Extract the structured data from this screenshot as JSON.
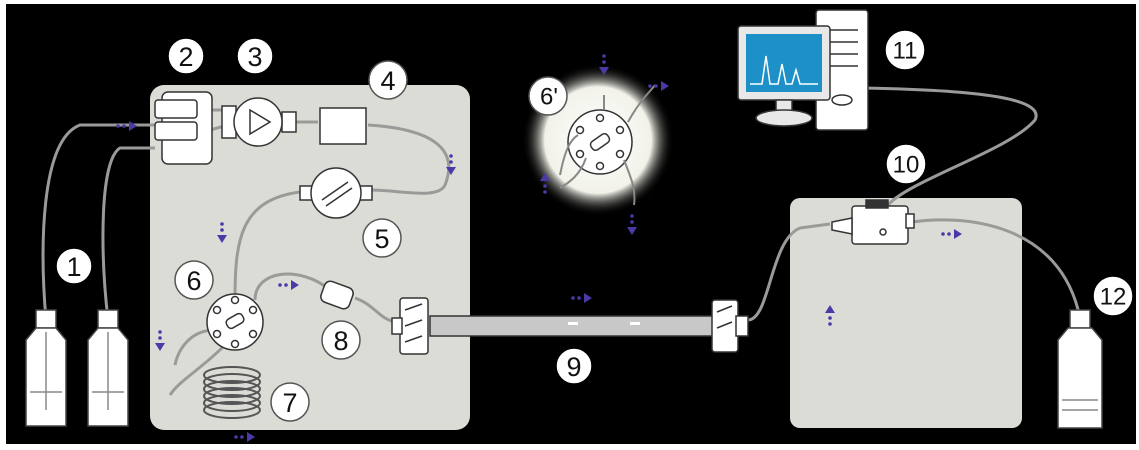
{
  "diagram": {
    "labels": {
      "l1": "1",
      "l2": "2",
      "l3": "3",
      "l4": "4",
      "l5": "5",
      "l6": "6",
      "l6p": "6'",
      "l7": "7",
      "l8": "8",
      "l9": "9",
      "l10": "10",
      "l11": "11",
      "l12": "12"
    },
    "colors": {
      "background": "#000000",
      "panel": "#dcdcd6",
      "flow_arrow": "#4a3aa8",
      "tubing": "#9a9a98",
      "component_fill": "#ffffff",
      "component_stroke": "#333333",
      "screen": "#1e90c8",
      "chromatogram_trace": "#ffffff"
    },
    "icons": {
      "solvent-bottle": "solvent-bottle-icon",
      "degasser": "degasser-icon",
      "pump": "pump-icon",
      "mixer": "mixer-icon",
      "autosampler-valve": "injection-valve-icon",
      "loop": "sample-loop-icon",
      "filter": "inline-filter-icon",
      "column": "column-icon",
      "detector": "detector-icon",
      "computer": "computer-icon",
      "waste": "waste-bottle-icon"
    }
  }
}
